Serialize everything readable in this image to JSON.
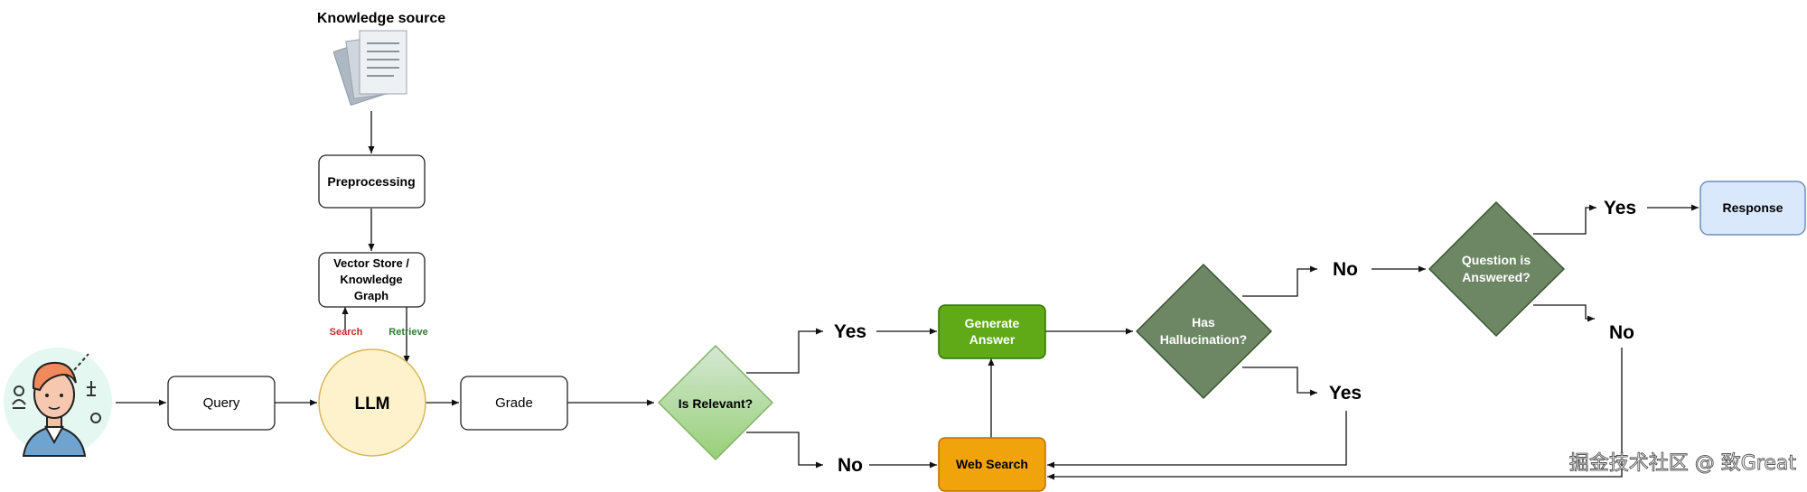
{
  "diagram": {
    "knowledge_source_label": "Knowledge source",
    "nodes": {
      "preprocessing": "Preprocessing",
      "vector_store": [
        "Vector Store /",
        "Knowledge",
        "Graph"
      ],
      "query": "Query",
      "llm": "LLM",
      "grade": "Grade",
      "is_relevant": "Is Relevant?",
      "generate_answer": [
        "Generate",
        "Answer"
      ],
      "web_search": "Web Search",
      "has_hallucination": [
        "Has",
        "Hallucination?"
      ],
      "question_answered": [
        "Question is",
        "Answered?"
      ],
      "response": "Response"
    },
    "edge_labels": {
      "search": "Search",
      "retrieve": "Retrieve",
      "relevant_yes": "Yes",
      "relevant_no": "No",
      "hallucination_no": "No",
      "hallucination_yes": "Yes",
      "answered_yes": "Yes",
      "answered_no": "No"
    },
    "colors": {
      "llm_fill": "#fdf2cc",
      "llm_stroke": "#d6b656",
      "generate_fill": "#60a917",
      "generate_stroke": "#2d7600",
      "web_search_fill": "#f0a30a",
      "web_search_stroke": "#bd7000",
      "diamond_dark": "#6d8764",
      "diamond_dark_stroke": "#3a5431",
      "relevant_light": "#d5e8d4",
      "relevant_dark": "#97d077",
      "response_fill": "#dae8fc",
      "response_stroke": "#6c8ebf",
      "search_label": "#c62828",
      "retrieve_label": "#2e7d32"
    },
    "icons": {
      "user": "user-avatar-icon",
      "documents": "documents-icon"
    }
  },
  "watermark": "掘金技术社区 @ 致Great"
}
